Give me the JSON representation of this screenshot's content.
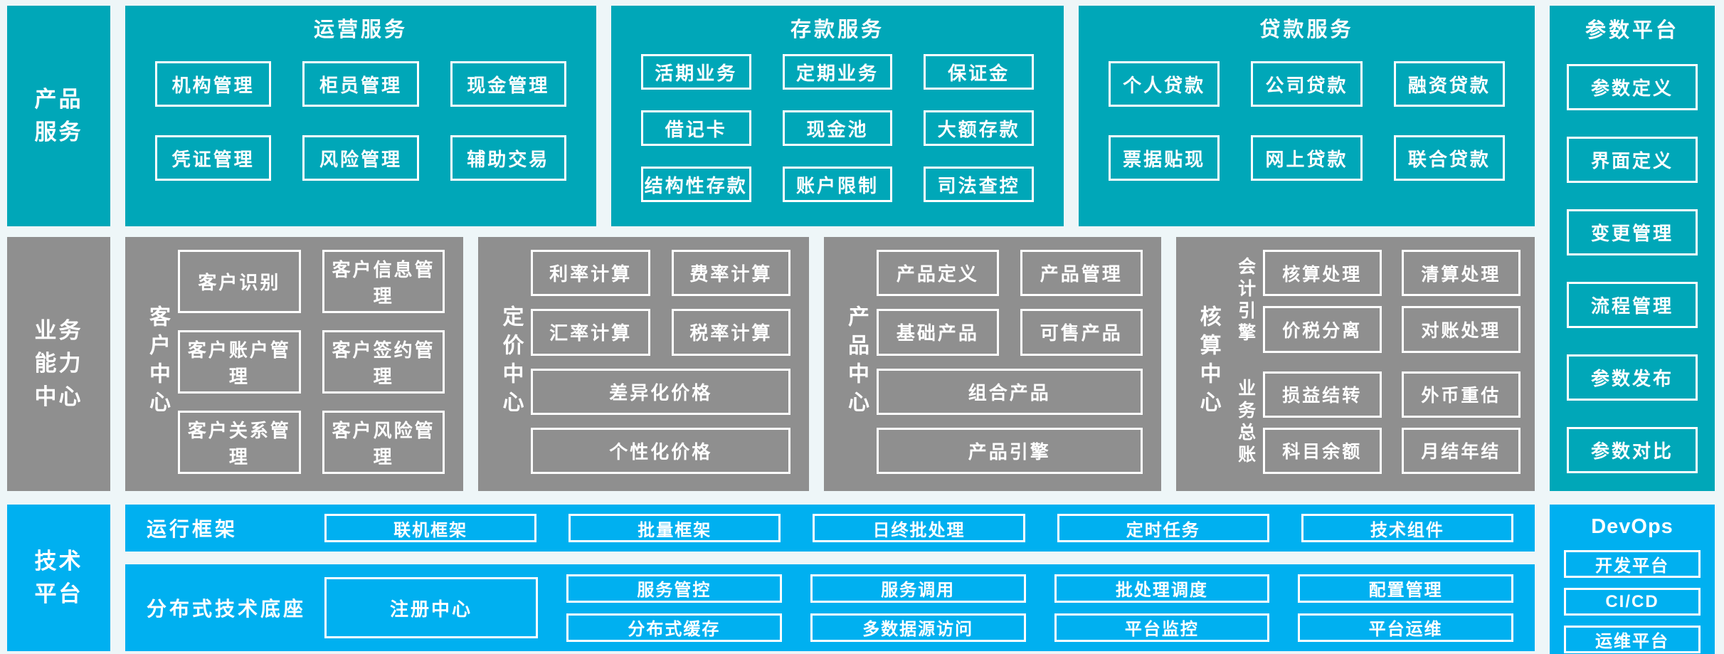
{
  "colors": {
    "teal": "#00a7b8",
    "blue": "#00b0f0",
    "gray": "#8f8f8f",
    "background": "#eef6f8",
    "box_border": "#ffffff",
    "text": "#ffffff"
  },
  "left_labels": {
    "products": "产品\n服务",
    "capabilities": "业务\n能力\n中心",
    "tech": "技术\n平台"
  },
  "operations": {
    "title": "运营服务",
    "items": [
      "机构管理",
      "柜员管理",
      "现金管理",
      "凭证管理",
      "风险管理",
      "辅助交易"
    ]
  },
  "deposits": {
    "title": "存款服务",
    "items": [
      "活期业务",
      "定期业务",
      "保证金",
      "借记卡",
      "现金池",
      "大额存款",
      "结构性存款",
      "账户限制",
      "司法查控"
    ]
  },
  "loans": {
    "title": "贷款服务",
    "items": [
      "个人贷款",
      "公司贷款",
      "融资贷款",
      "票据贴现",
      "网上贷款",
      "联合贷款"
    ]
  },
  "param_platform": {
    "title": "参数平台",
    "items": [
      "参数定义",
      "界面定义",
      "变更管理",
      "流程管理",
      "参数发布",
      "参数对比"
    ]
  },
  "customer_center": {
    "label": "客户中心",
    "items": [
      "客户识别",
      "客户信息管理",
      "客户账户管理",
      "客户签约管理",
      "客户关系管理",
      "客户风险管理"
    ]
  },
  "pricing_center": {
    "label": "定价中心",
    "items_small": [
      "利率计算",
      "费率计算",
      "汇率计算",
      "税率计算"
    ],
    "items_wide": [
      "差异化价格",
      "个性化价格"
    ]
  },
  "product_center": {
    "label": "产品中心",
    "items_small": [
      "产品定义",
      "产品管理",
      "基础产品",
      "可售产品"
    ],
    "items_wide": [
      "组合产品",
      "产品引擎"
    ]
  },
  "accounting_center": {
    "label": "核算中心",
    "groups": [
      {
        "label": "会计引擎",
        "items": [
          "核算处理",
          "清算处理",
          "价税分离",
          "对账处理"
        ]
      },
      {
        "label": "业务总账",
        "items": [
          "损益结转",
          "外币重估",
          "科目余额",
          "月结年结"
        ]
      }
    ]
  },
  "runtime_framework": {
    "label": "运行框架",
    "items": [
      "联机框架",
      "批量框架",
      "日终批处理",
      "定时任务",
      "技术组件"
    ]
  },
  "distributed_base": {
    "label": "分布式技术底座",
    "registry": "注册中心",
    "items": [
      "服务管控",
      "服务调用",
      "批处理调度",
      "配置管理",
      "分布式缓存",
      "多数据源访问",
      "平台监控",
      "平台运维"
    ]
  },
  "devops": {
    "title": "DevOps",
    "items": [
      "开发平台",
      "CI/CD",
      "运维平台"
    ]
  }
}
